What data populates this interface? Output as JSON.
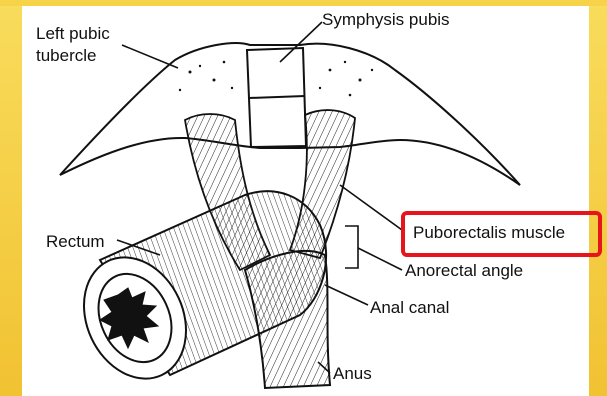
{
  "labels": {
    "left_pubic_tubercle_line1": "Left pubic",
    "left_pubic_tubercle_line2": "tubercle",
    "symphysis_pubis": "Symphysis pubis",
    "rectum": "Rectum",
    "puborectalis_muscle": "Puborectalis muscle",
    "anorectal_angle": "Anorectal angle",
    "anal_canal": "Anal canal",
    "anus": "Anus"
  },
  "colors": {
    "background_gold": "#f7d34a",
    "highlight_red": "#e8141c",
    "ink": "#111111"
  },
  "highlighted_label": "puborectalis_muscle"
}
